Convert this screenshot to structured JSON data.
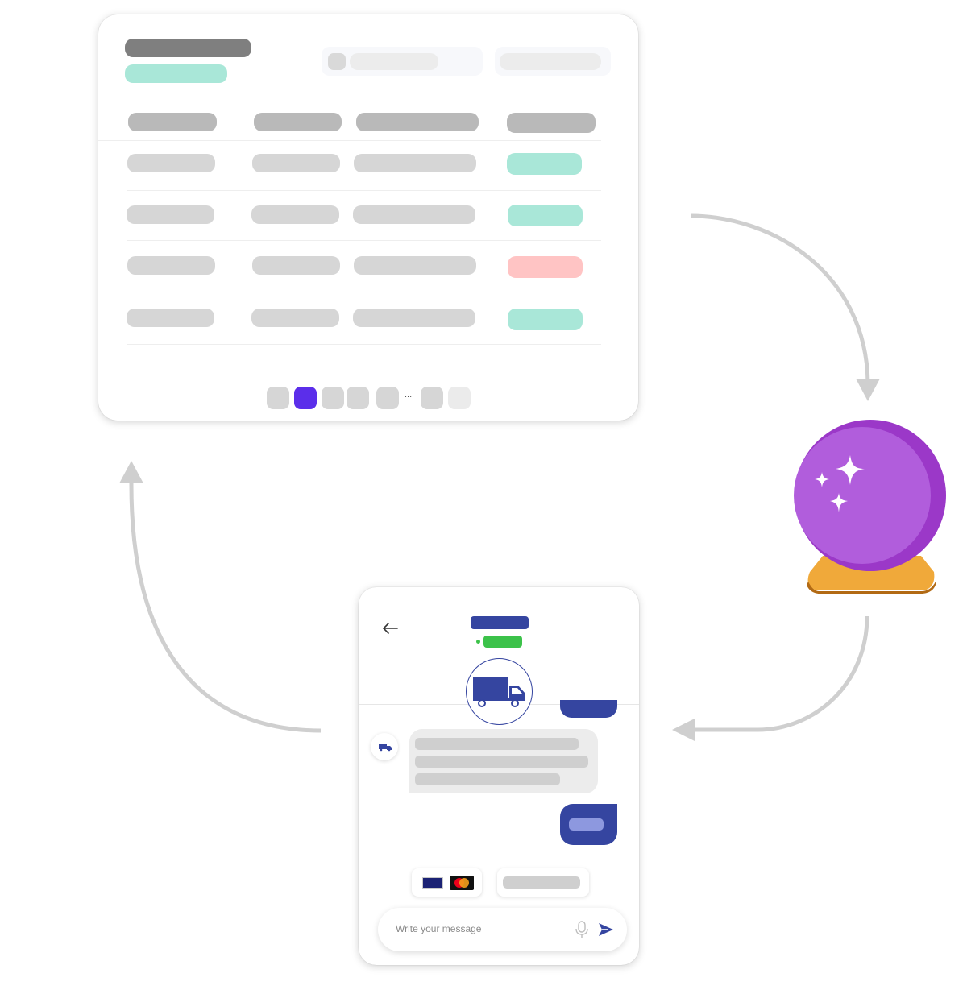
{
  "chat": {
    "placeholder": "Write your message",
    "status_color": "#3cc24a"
  },
  "pagination": {
    "pages": 6,
    "active_page": 2,
    "ellipsis": "..."
  },
  "colors": {
    "accent": "#5b2eea",
    "brand_blue": "#3545a0",
    "ok": "#a9e7d8",
    "error": "#ffc4c4",
    "orb": "#b15ddc",
    "orb_base": "#f0a93a",
    "connector": "#cfcfcf"
  },
  "table": {
    "row_status": [
      "ok",
      "ok",
      "error",
      "ok"
    ]
  },
  "icons": [
    "truck-icon",
    "back-arrow-icon",
    "microphone-icon",
    "send-icon",
    "sparkle-icon",
    "crystal-ball-icon",
    "card-icon",
    "mastercard-icon"
  ]
}
